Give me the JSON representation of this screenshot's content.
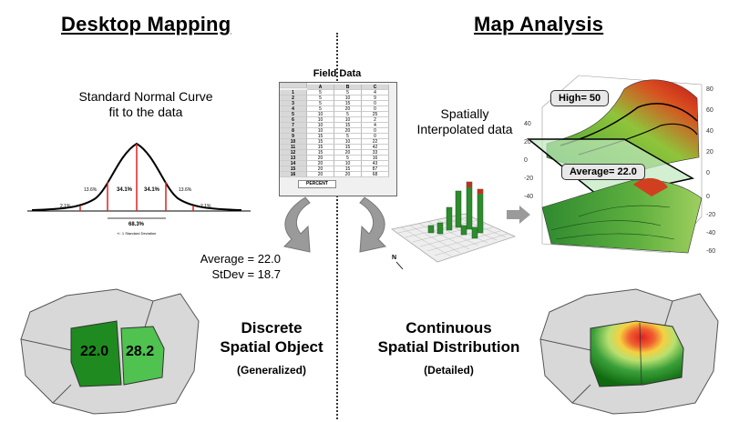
{
  "left": {
    "heading": "Desktop Mapping",
    "curve_title_1": "Standard Normal Curve",
    "curve_title_2": "fit to the data",
    "curve_labels": {
      "mid_left": "34.1%",
      "mid_right": "34.1%",
      "inner_left": "13.6%",
      "inner_right": "13.6%",
      "tail_left": "2.1%",
      "tail_right": "2.1%",
      "center": "68.3%",
      "caption": "+/- 1 Standard Deviation"
    },
    "stat_average": "Average = 22.0",
    "stat_stdev": "StDev = 18.7",
    "map_value_1": "22.0",
    "map_value_2": "28.2",
    "object_line_1": "Discrete",
    "object_line_2": "Spatial Object",
    "object_note": "(Generalized)"
  },
  "center": {
    "table_title": "Field Data",
    "table_columns": [
      "A",
      "B",
      "C"
    ],
    "table_rows": [
      [
        "1",
        "5",
        "5",
        "4"
      ],
      [
        "2",
        "5",
        "10",
        "9"
      ],
      [
        "3",
        "5",
        "15",
        "0"
      ],
      [
        "4",
        "5",
        "20",
        "0"
      ],
      [
        "5",
        "10",
        "5",
        "25"
      ],
      [
        "6",
        "10",
        "10",
        "2"
      ],
      [
        "7",
        "10",
        "15",
        "4"
      ],
      [
        "8",
        "10",
        "20",
        "0"
      ],
      [
        "9",
        "15",
        "5",
        "0"
      ],
      [
        "10",
        "15",
        "10",
        "22"
      ],
      [
        "11",
        "15",
        "15",
        "42"
      ],
      [
        "12",
        "15",
        "20",
        "33"
      ],
      [
        "13",
        "20",
        "5",
        "16"
      ],
      [
        "14",
        "20",
        "10",
        "43"
      ],
      [
        "15",
        "20",
        "15",
        "87"
      ],
      [
        "16",
        "20",
        "20",
        "68"
      ]
    ],
    "sheet_tab": "PERCENT"
  },
  "right": {
    "heading": "Map Analysis",
    "interp_line_1": "Spatially",
    "interp_line_2": "Interpolated data",
    "high_label": "High= 50",
    "average_label": "Average= 22.0",
    "axis_ticks_upper": [
      "80",
      "60",
      "40",
      "20",
      "0"
    ],
    "axis_ticks_left": [
      "40",
      "20",
      "0",
      "-20",
      "-40"
    ],
    "axis_ticks_lower": [
      "0",
      "-20",
      "-40",
      "-60"
    ],
    "north": "N",
    "dist_line_1": "Continuous",
    "dist_line_2": "Spatial Distribution",
    "dist_note": "(Detailed)"
  },
  "colors": {
    "dark_green": "#1f8a1f",
    "light_green": "#4fc24f",
    "gray_region": "#d8d8d8",
    "arrow_gray": "#9a9a9a",
    "red": "#e02020"
  }
}
